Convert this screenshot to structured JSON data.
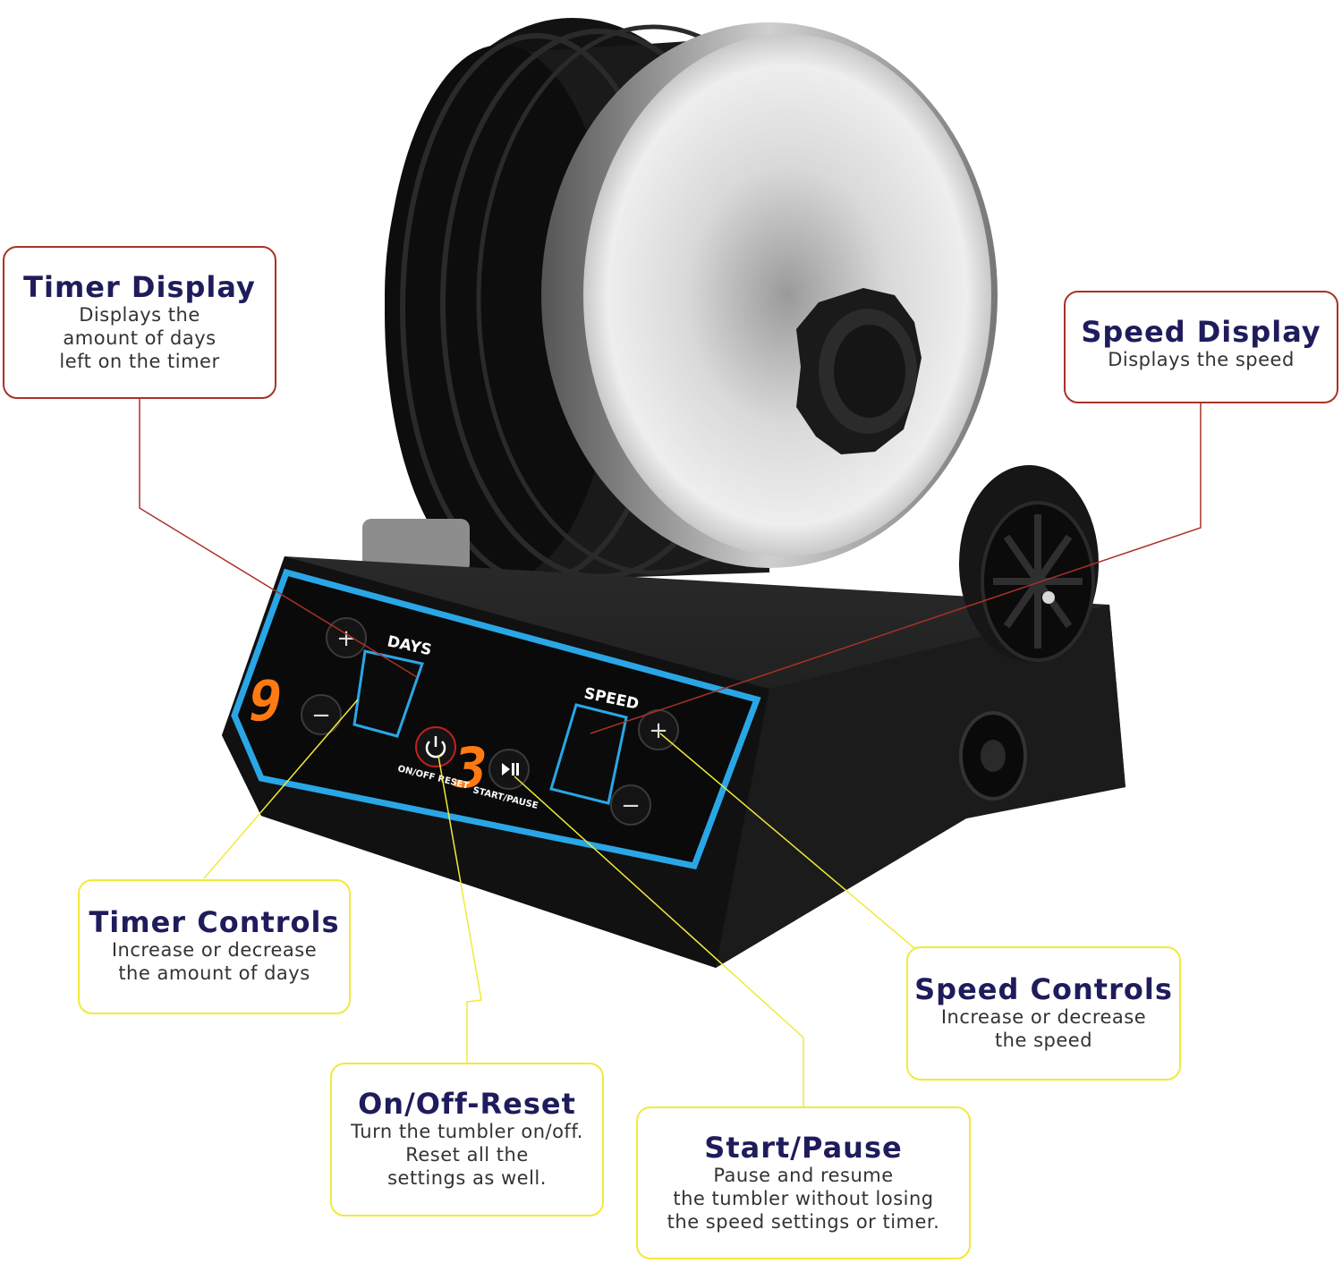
{
  "device": {
    "days_label": "DAYS",
    "speed_label": "SPEED",
    "days_value": "9",
    "speed_value": "3",
    "on_off_label": "ON/OFF RESET",
    "start_pause_label": "START/PAUSE",
    "plus_symbol": "+",
    "minus_symbol": "−"
  },
  "callouts": {
    "timer_display": {
      "title": "Timer Display",
      "lines": [
        "Displays the",
        "amount of days",
        "left on the timer"
      ]
    },
    "speed_display": {
      "title": "Speed Display",
      "lines": [
        "Displays the speed"
      ]
    },
    "timer_controls": {
      "title": "Timer Controls",
      "lines": [
        "Increase or decrease",
        "the amount of days"
      ]
    },
    "speed_controls": {
      "title": "Speed Controls",
      "lines": [
        "Increase or decrease",
        "the speed"
      ]
    },
    "on_off_reset": {
      "title": "On/Off-Reset",
      "lines": [
        "Turn the tumbler on/off.",
        "Reset all the",
        "settings as well."
      ]
    },
    "start_pause": {
      "title": "Start/Pause",
      "lines": [
        "Pause and resume",
        "the tumbler without losing",
        "the speed settings or timer."
      ]
    }
  },
  "colors": {
    "red_leader": "#a83228",
    "yellow_leader": "#f0ea3a",
    "title_navy": "#1f1c5c",
    "panel_blue": "#2aa6e6",
    "digit_orange": "#ff7a12"
  },
  "icons": [
    "power-icon",
    "play-pause-icon",
    "star-knob-icon",
    "pulley-wheel-icon"
  ]
}
